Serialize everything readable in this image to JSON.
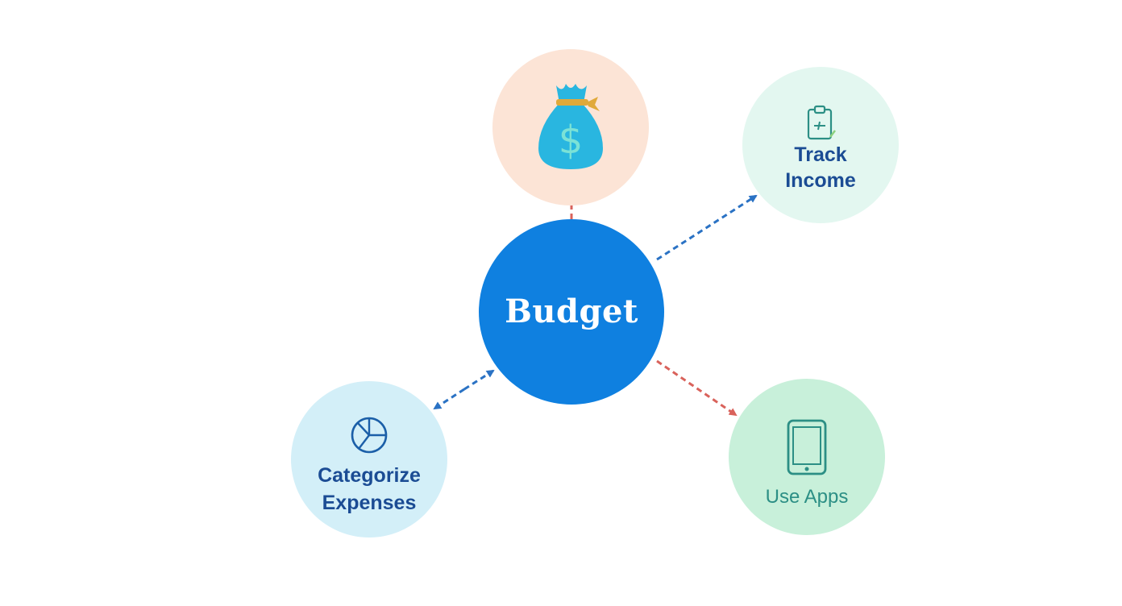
{
  "center": {
    "label": "Budget",
    "color": "#0f80e0"
  },
  "nodes": {
    "savings": {
      "icon": "money-bag-icon",
      "fill": "#fce4d6"
    },
    "track": {
      "label_lines": [
        "Track",
        "Income"
      ],
      "icon": "clipboard-icon",
      "fill": "#e3f7f0",
      "text_color": "#1b4c94"
    },
    "categorize": {
      "label_lines": [
        "Categorize",
        "Expenses"
      ],
      "icon": "pie-chart-icon",
      "fill": "#d3eff8",
      "text_color": "#1b4c94"
    },
    "apps": {
      "label": "Use Apps",
      "icon": "tablet-icon",
      "fill": "#c8f0da",
      "text_color": "#2c8f85"
    }
  },
  "arrow_colors": {
    "red": "#d9625b",
    "blue": "#2a72c4"
  }
}
